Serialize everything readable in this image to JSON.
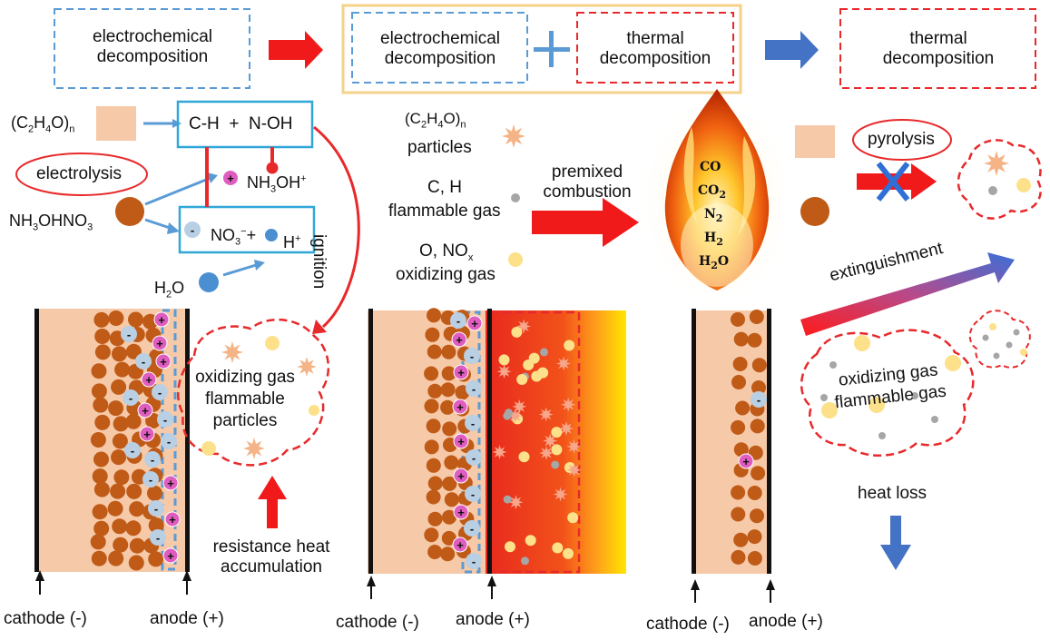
{
  "stages": {
    "stage1": "electrochemical\ndecomposition",
    "stage2a": "electrochemical\ndecomposition",
    "stage2b": "thermal\ndecomposition",
    "stage3": "thermal\ndecomposition"
  },
  "left": {
    "pvc": "(C",
    "pvc_2": "2",
    "pvc_3": "H",
    "pvc_4": "4",
    "pvc_5": "O)",
    "pvc_n": "n",
    "electrolysis": "electrolysis",
    "hydroxyl": "C-H  +  N-OH",
    "nh3oh": "NH",
    "nh3oh_3": "3",
    "nh3oh_oh": "OH",
    "nh3oh_plus": "+",
    "hano": "NH",
    "hano_3": "3",
    "hano_b": "OHNO",
    "hano_3b": "3",
    "no3": "NO",
    "no3_3": "3",
    "no3_minus": "−",
    "plus_sign": "+",
    "h_ion": "H",
    "h_plus": "+",
    "h2o": "H",
    "h2o_2": "2",
    "h2o_o": "O",
    "ignition": "ignition",
    "cloud_text": "oxidizing gas\nflammable\nparticles",
    "resistance": "resistance heat\naccumulation",
    "cathode": "cathode (-)",
    "anode": "anode (+)"
  },
  "middle": {
    "particles_formula": "(C",
    "particles_formula_2": "2",
    "particles_formula_3": "H",
    "particles_formula_4": "4",
    "particles_formula_5": "O)",
    "particles_formula_n": "n",
    "particles": "particles",
    "ch": "C, H",
    "flammable_gas": "flammable gas",
    "o_no": "O, NO",
    "o_no_x": "x",
    "oxidizing_gas": "oxidizing gas",
    "premixed": "premixed\ncombustion",
    "cathode": "cathode (-)",
    "anode": "anode (+)"
  },
  "flame": {
    "co": "CO",
    "co2": "CO",
    "co2_2": "2",
    "n2": "N",
    "n2_2": "2",
    "h2": "H",
    "h2_2": "2",
    "h2o": "H",
    "h2o_2": "2",
    "h2o_o": "O"
  },
  "right": {
    "pyrolysis": "pyrolysis",
    "extinguishment": "extinguishment",
    "cloud_text": "oxidizing gas\nflammable gas",
    "heat_loss": "heat loss",
    "cathode": "cathode (-)",
    "anode": "anode (+)"
  },
  "colors": {
    "blue_dash": "#5b9bd5",
    "red_dash": "#e8292b",
    "yellow_box": "#f5d28a",
    "cyan_box": "#31a7d8",
    "electrolyte": "#f6c9a8",
    "particle_brown": "#bf5a17",
    "ion_pink": "#e05dc0",
    "ion_blue": "#b9cfe3",
    "gas_yellow": "#fce18a",
    "gas_gray": "#a6a6a6",
    "arrow_red": "#f01a1a",
    "arrow_blue": "#4472c4"
  }
}
